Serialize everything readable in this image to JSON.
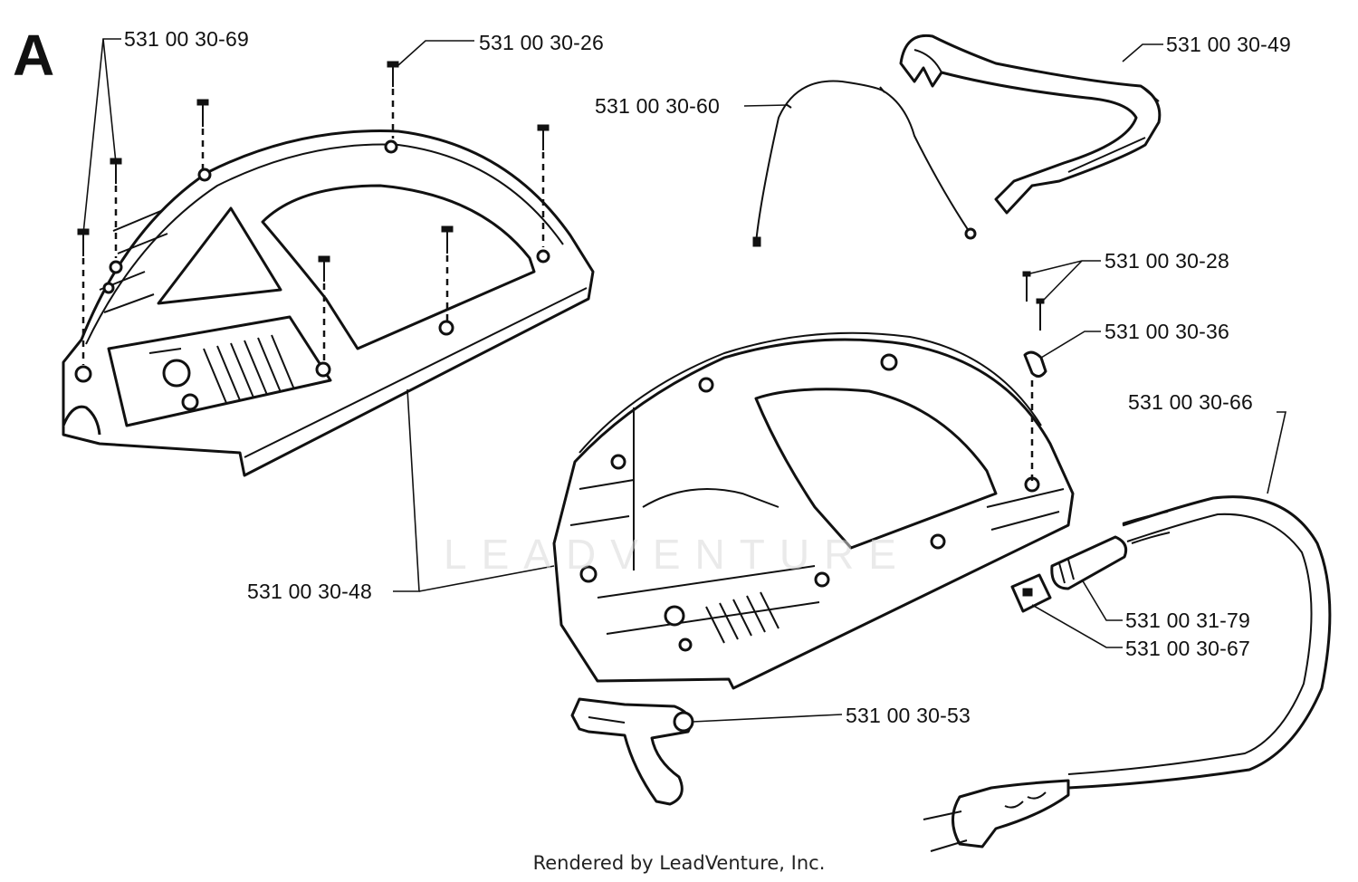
{
  "section_letter": "A",
  "watermark": "LEADVENTURE",
  "footer": "Rendered by LeadVenture, Inc.",
  "labels": {
    "p69": "531 00 30-69",
    "p26": "531 00 30-26",
    "p49": "531 00 30-49",
    "p60": "531 00 30-60",
    "p28": "531 00 30-28",
    "p36": "531 00 30-36",
    "p66": "531 00 30-66",
    "p48": "531 00 30-48",
    "p79": "531 00 31-79",
    "p67": "531 00 30-67",
    "p53": "531 00 30-53"
  }
}
